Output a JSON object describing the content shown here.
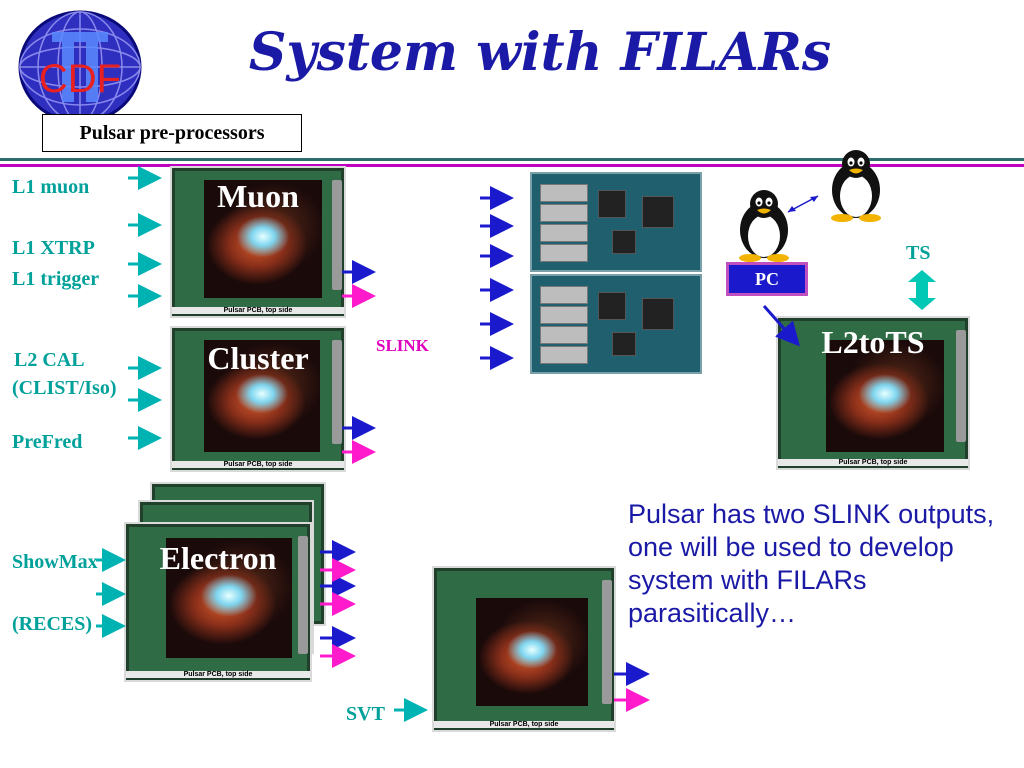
{
  "title": "System with FILARs",
  "logo_text": "CDF",
  "box_label": "Pulsar pre-processors",
  "inputs": {
    "l1_muon": "L1 muon",
    "l1_xtrp": "L1 XTRP",
    "l1_trigger": "L1 trigger",
    "l2_cal": "L2 CAL",
    "clist_iso": "(CLIST/Iso)",
    "prefred": "PreFred",
    "showmax": "ShowMax",
    "reces": "(RECES)",
    "svt": "SVT"
  },
  "boards": {
    "muon": "Muon",
    "cluster": "Cluster",
    "electron": "Electron",
    "l2tots": "L2toTS",
    "pcb_caption": "Pulsar PCB, top side"
  },
  "slink_label": "SLINK",
  "pc_label": "PC",
  "ts_label": "TS",
  "description": "Pulsar has two SLINK outputs, one will be used to develop system with FILARs parasitically…",
  "colors": {
    "title": "#1a1aa6",
    "input_label": "#00a19a",
    "arrow_input": "#00b3b3",
    "arrow_blue": "#1a1acc",
    "arrow_magenta": "#ff1acc",
    "slink": "#e000c0",
    "rule_green": "#2f6b6b",
    "rule_magenta": "#c000c0",
    "description": "#1a1aa6"
  },
  "icons": [
    "cdf-logo-icon",
    "linux-penguin-icon",
    "linux-penguin-icon"
  ]
}
